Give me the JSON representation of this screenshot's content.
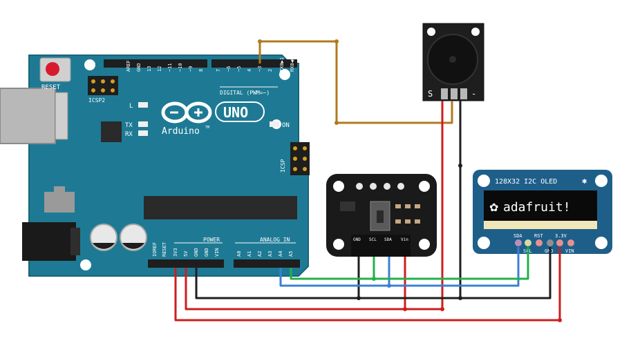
{
  "arduino": {
    "reset_label": "RESET",
    "icsp2_label": "ICSP2",
    "icsp_label": "ICSP",
    "l_label": "L",
    "tx_label": "TX",
    "rx_label": "RX",
    "on_label": "ON",
    "brand": "Arduino",
    "tm": "TM",
    "model": "UNO",
    "digital_label": "DIGITAL (PWM=~)",
    "top_pins": [
      "AREF",
      "GND",
      "13",
      "12",
      "~11",
      "~10",
      "~9",
      "8",
      "7",
      "~6",
      "~5",
      "4",
      "~3",
      "2",
      "TX0▶1",
      "RX0◀0"
    ],
    "power_label": "POWER",
    "analog_label": "ANALOG IN",
    "power_pins": [
      "IOREF",
      "RESET",
      "3V3",
      "5V",
      "GND",
      "GND",
      "VIN"
    ],
    "analog_pins": [
      "A0",
      "A1",
      "A2",
      "A3",
      "A4",
      "A5"
    ]
  },
  "buzzer": {
    "pins": [
      "S",
      "-"
    ]
  },
  "sensor": {
    "pins": [
      "GND",
      "SCL",
      "SDA",
      "Vin"
    ]
  },
  "oled": {
    "title": "128X32 I2C OLED",
    "screen_text": "adafruit!",
    "pins_top": [
      "SDA",
      "RST",
      "3.3V"
    ],
    "pins_bottom": [
      "SCL",
      "GND",
      "VIN"
    ]
  },
  "colors": {
    "board": "#1e7a94",
    "wire_red": "#cc1e1e",
    "wire_black": "#1e1e1e",
    "wire_green": "#22b04a",
    "wire_blue": "#3a7fd4",
    "wire_brown": "#b07a1e"
  }
}
